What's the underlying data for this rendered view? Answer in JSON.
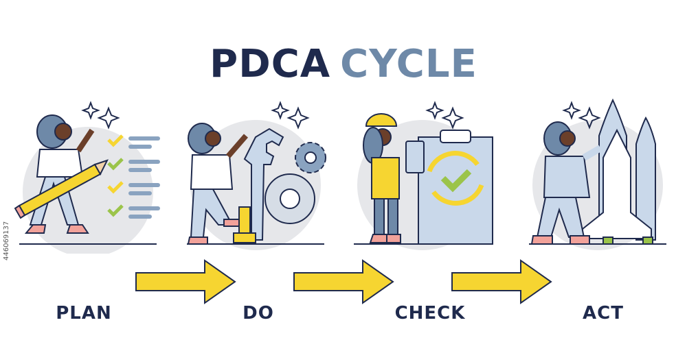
{
  "title": {
    "word1": "PDCA",
    "word2": "CYCLE"
  },
  "stages": [
    "PLAN",
    "DO",
    "CHECK",
    "ACT"
  ],
  "colors": {
    "navy": "#1f2a4d",
    "steel_blue": "#6e89a8",
    "yellow": "#f6d531",
    "green": "#9bc44a",
    "pale_blue": "#c9d8ea",
    "pink": "#f2a29a"
  },
  "stock_id": "446069137"
}
